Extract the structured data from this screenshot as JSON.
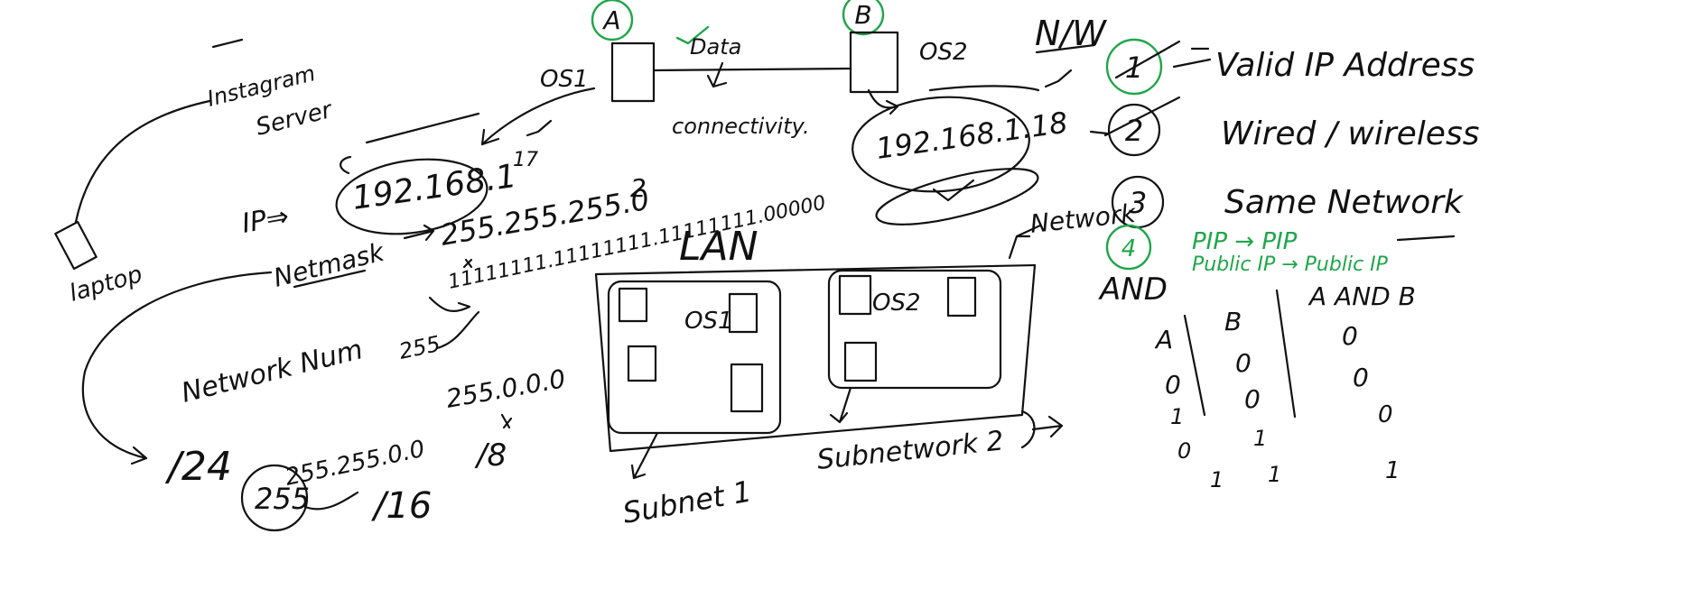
{
  "labels": {
    "node_a": "A",
    "node_b": "B",
    "os1_top": "OS1",
    "os2_top": "OS2",
    "data": "Data",
    "connectivity": "connectivity.",
    "nw": "N/W",
    "instagram": "Instagram",
    "server": "Server",
    "laptop": "laptop",
    "ip_prefix": "IP⇒",
    "ip1": "192.168.1",
    "ip1_suffix": "17",
    "ip2": "192.168.1.18",
    "netmask_label": "Netmask",
    "netmask_value": "255.255.255.0",
    "netmask_value_suffix": "2",
    "bits1": "11111111.11111111.11111111.00000",
    "bits2": "11111111",
    "val_255": "255",
    "network_num": "Network Num",
    "cidr24": "/24",
    "mask_b": "255.255.0.0",
    "mask_a": "255.0.0.0",
    "cidr16": "/16",
    "cidr8": "/8",
    "circle_255": "255",
    "lan": "LAN",
    "os1_lan": "OS1",
    "os2_lan": "OS2",
    "network_arrow": "Network",
    "subnet1": "Subnet 1",
    "subnetwork2": "Subnetwork 2",
    "req1_num": "1",
    "req1": "Valid IP Address",
    "req2_num": "2",
    "req2": "Wired / wireless",
    "req3_num": "3",
    "req3": "Same Network",
    "req4_num": "4",
    "req4_line1": "PIP → PIP",
    "req4_line2": "Public IP → Public IP",
    "and_label": "AND"
  },
  "truth_table": {
    "headers": [
      "A",
      "B",
      "A AND B"
    ],
    "rows": [
      [
        "0",
        "0",
        "0"
      ],
      [
        "1",
        "0",
        "0"
      ],
      [
        "0",
        "1",
        "0"
      ],
      [
        "1",
        "1",
        "1"
      ]
    ]
  },
  "colors": {
    "ink": "#111111",
    "green": "#1fa64a",
    "background": "#ffffff"
  }
}
